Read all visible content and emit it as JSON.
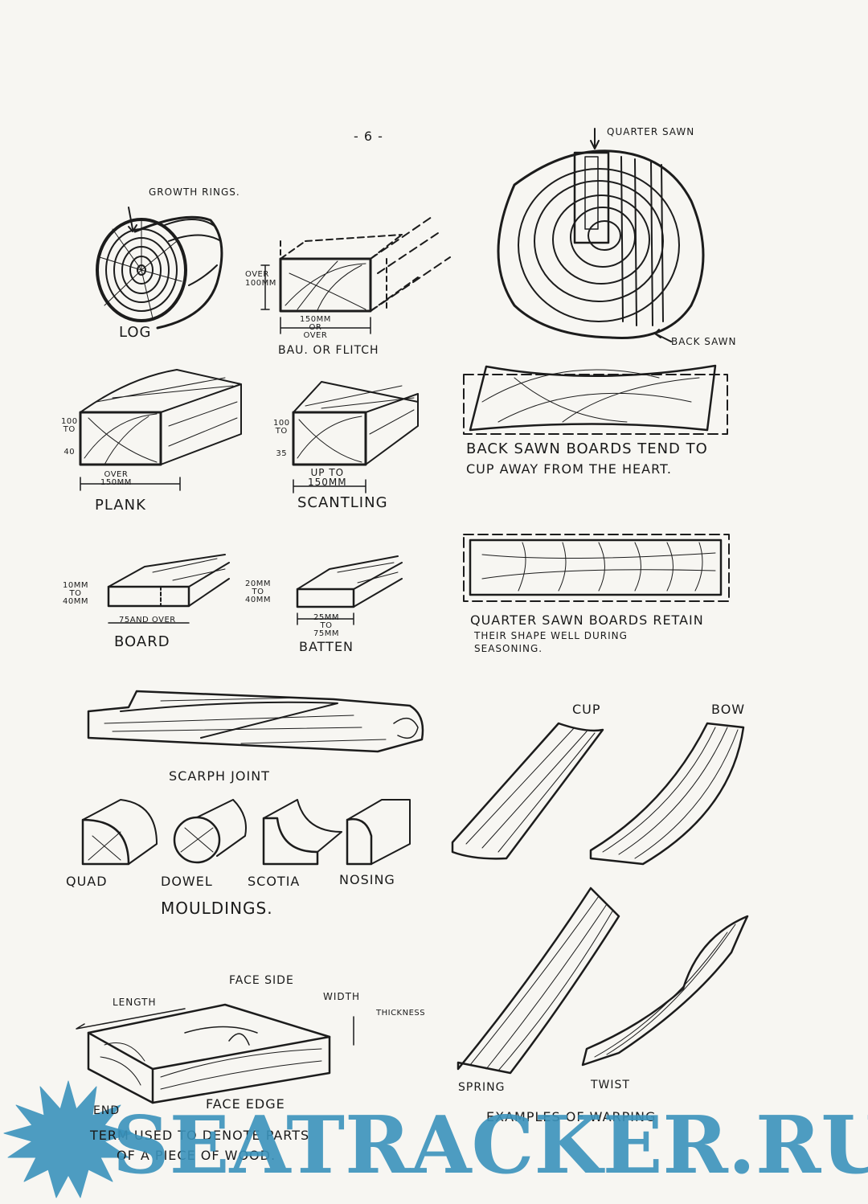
{
  "page_number": "- 6 -",
  "labels": {
    "growth_rings": "Growth Rings.",
    "log": "Log",
    "over_100": "Over 100mm",
    "w150_a": "150mm",
    "w150_b": "or",
    "w150_c": "over",
    "baulk": "Bau. or Flitch",
    "quarter_sawn_arrow": "Quarter Sawn",
    "back_sawn_arrow": "Back Sawn",
    "plank_h_a": "100",
    "plank_h_b": "To",
    "plank_h_c": "40",
    "plank_w_a": "Over",
    "plank_w_b": "150mm",
    "plank": "Plank",
    "scant_h_a": "100",
    "scant_h_b": "To",
    "scant_h_c": "35",
    "scant_w_a": "Up To",
    "scant_w_b": "150mm",
    "scantling": "Scantling",
    "back_note_1": "Back Sawn boards tend to",
    "back_note_2": "cup away from the heart.",
    "board_h_a": "10mm",
    "board_h_b": "to",
    "board_h_c": "40mm",
    "board_w": "75and over",
    "board": "Board",
    "bat_h_a": "20mm",
    "bat_h_b": "To",
    "bat_h_c": "40mm",
    "bat_w_a": "25mm",
    "bat_w_b": "To",
    "bat_w_c": "75mm",
    "batten": "Batten",
    "quarter_note_1": "Quarter Sawn boards retain",
    "quarter_note_2": "their shape well during",
    "quarter_note_3": "seasoning.",
    "scarph": "Scarph   Joint",
    "cup": "Cup",
    "bow": "Bow",
    "quad": "Quad",
    "dowel": "Dowel",
    "scotia": "Scotia",
    "nosing": "Nosing",
    "mouldings": "Mouldings.",
    "face_side": "Face Side",
    "length": "Length",
    "width": "Width",
    "thickness": "Thickness",
    "end": "End",
    "face_edge": "Face Edge",
    "terms_1": "Term Used To Denote Parts",
    "terms_2": "Of A Piece Of Wood.",
    "spring": "Spring",
    "twist": "Twist",
    "examples": "Examples of Warping"
  },
  "watermark": "SEATRACKER.RU",
  "colors": {
    "ink": "#1c1c1c",
    "paper": "#f7f6f2",
    "watermark": "#3b93bc"
  }
}
